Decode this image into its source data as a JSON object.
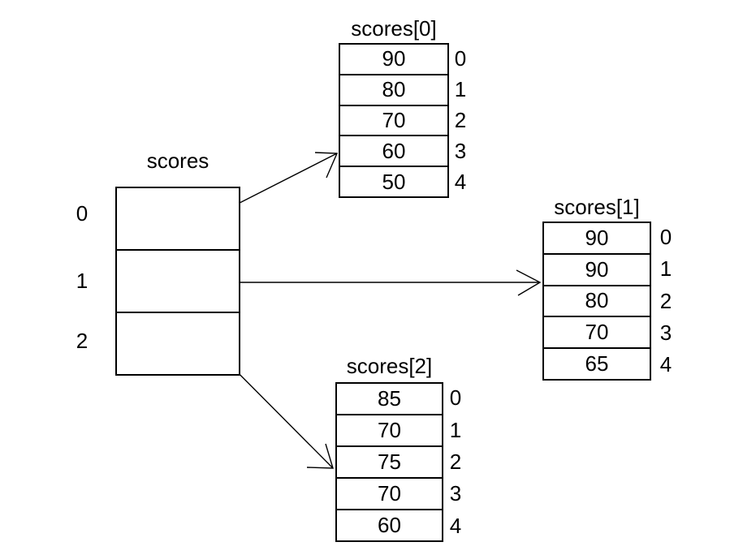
{
  "colors": {
    "background": "#ffffff",
    "line": "#000000",
    "text": "#000000"
  },
  "array": {
    "title": "scores",
    "indices": [
      "0",
      "1",
      "2"
    ]
  },
  "tables": [
    {
      "title": "scores[0]",
      "values": [
        "90",
        "80",
        "70",
        "60",
        "50"
      ],
      "indices": [
        "0",
        "1",
        "2",
        "3",
        "4"
      ]
    },
    {
      "title": "scores[1]",
      "values": [
        "90",
        "90",
        "80",
        "70",
        "65"
      ],
      "indices": [
        "0",
        "1",
        "2",
        "3",
        "4"
      ]
    },
    {
      "title": "scores[2]",
      "values": [
        "85",
        "70",
        "75",
        "70",
        "60"
      ],
      "indices": [
        "0",
        "1",
        "2",
        "3",
        "4"
      ]
    }
  ],
  "pointers": [
    {
      "from": "scores cell 0",
      "to": "scores[0]"
    },
    {
      "from": "scores cell 1",
      "to": "scores[1]"
    },
    {
      "from": "scores cell 2",
      "to": "scores[2]"
    }
  ]
}
